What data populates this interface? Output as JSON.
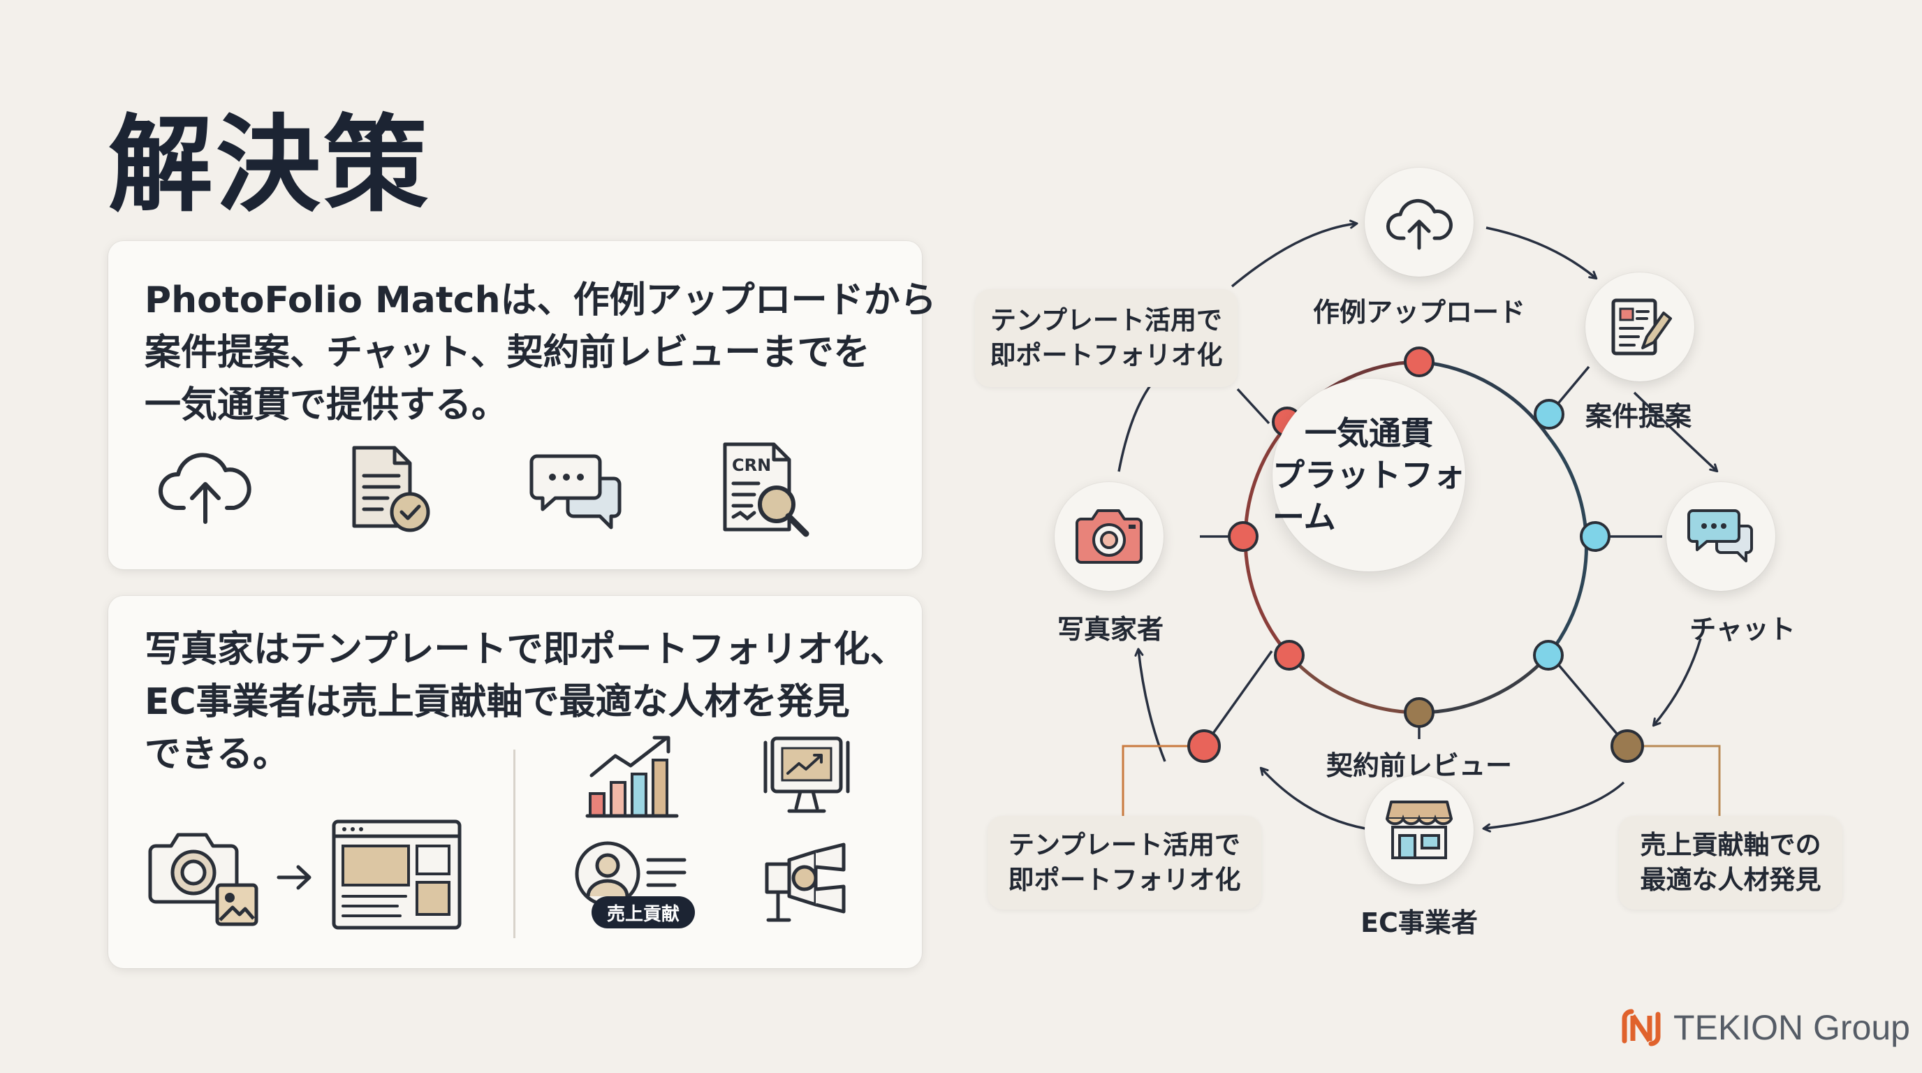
{
  "title": "解決策",
  "card1": {
    "lines": [
      "PhotoFolio Matchは、作例アップロードから",
      "案件提案、チャット、契約前レビューまでを",
      "一気通貫で提供する。"
    ],
    "icons": [
      "cloud-upload-icon",
      "document-check-icon",
      "chat-icon",
      "crn-search-icon"
    ],
    "crn_label": "CRN"
  },
  "card2": {
    "lines": [
      "写真家はテンプレートで即ポートフォリオ化、",
      "EC事業者は売上貢献軸で最適な人材を発見",
      "できる。"
    ],
    "icons": [
      "camera-photo-icon",
      "arrow-right-icon",
      "portfolio-layout-icon",
      "bar-chart-growth-icon",
      "monitor-chart-icon",
      "profile-icon",
      "studio-light-icon"
    ],
    "badge": "売上貢献"
  },
  "diagram": {
    "hub_line1": "一気通貫",
    "hub_line2": "プラットフォーム",
    "nodes": {
      "upload": "作例アップロード",
      "proposal": "案件提案",
      "chat": "チャット",
      "review": "契約前レビュー",
      "ec": "EC事業者",
      "photographer": "写真家者"
    },
    "chip_top_left": [
      "テンプレート活用で",
      "即ポートフォリオ化"
    ],
    "chip_bottom_left": [
      "テンプレート活用で",
      "即ポートフォリオ化"
    ],
    "chip_bottom_right": [
      "売上貢献軸での",
      "最適な人材発見"
    ],
    "colors": {
      "photographer": "#e8645a",
      "platform": "#7fd3e8",
      "review": "#9a7a50",
      "line": "#283040"
    }
  },
  "logo": {
    "text": "TEKION Group",
    "accent": "#e0622c"
  }
}
